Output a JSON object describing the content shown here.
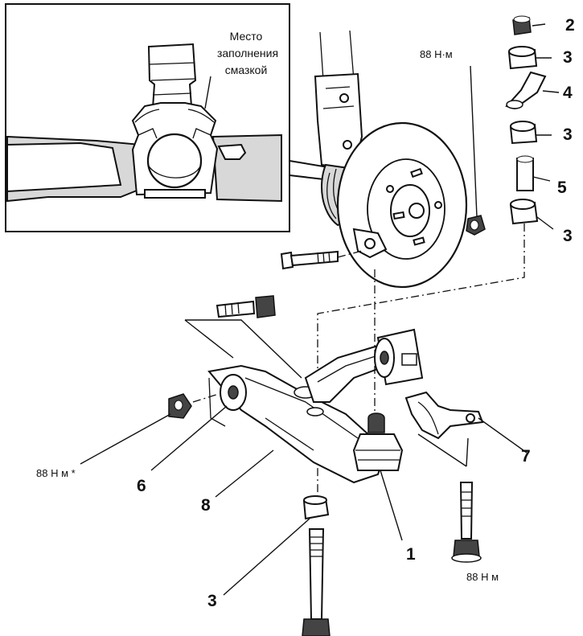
{
  "inset": {
    "note_lines": [
      "Место",
      "заполнения",
      "смазкой"
    ]
  },
  "labels": {
    "n1": "1",
    "n2": "2",
    "n3a": "3",
    "n3b": "3",
    "n3c": "3",
    "n3d": "3",
    "n4": "4",
    "n5": "5",
    "n6": "6",
    "n7": "7",
    "n8": "8"
  },
  "torques": {
    "hub_nut": "88 Н·м",
    "front_bushing_nut": "88 Н м *",
    "rear_bracket_bolt": "88 Н м"
  }
}
